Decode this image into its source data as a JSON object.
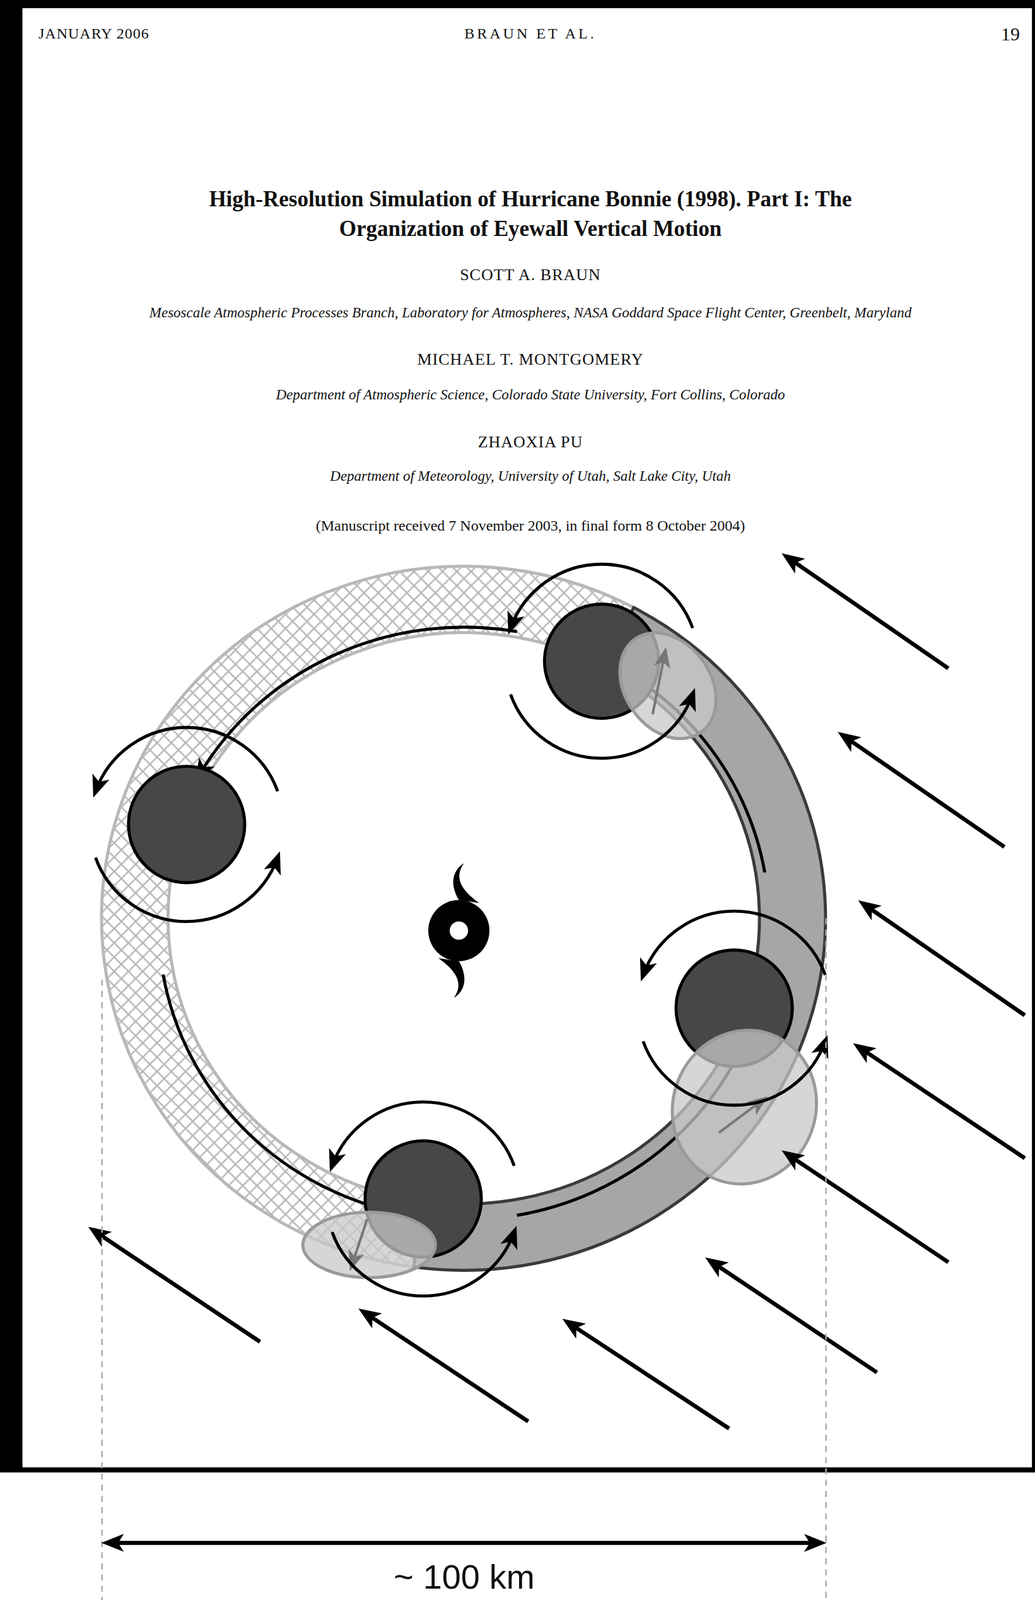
{
  "diagram": {
    "title": "High-Resolution Simulation of Hurricane Bonnie (1998). Part I: The Organization of Eyewall Vertical Motion",
    "labels": [
      "JANUARY 2006",
      "BRAUN ET AL.",
      "19",
      "SCOTT A. BRAUN",
      "Mesoscale Atmospheric Processes Branch, Laboratory for Atmospheres, NASA Goddard Space Flight Center, Greenbelt, Maryland",
      "MICHAEL T. MONTGOMERY",
      "Department of Atmospheric Science, Colorado State University, Fort Collins, Colorado",
      "ZHAOXIA PU",
      "Department of Meteorology, University of Utah, Salt Lake City, Utah",
      "(Manuscript received 7 November 2003, in final form 8 October 2004)",
      "~ 100 km"
    ]
  }
}
